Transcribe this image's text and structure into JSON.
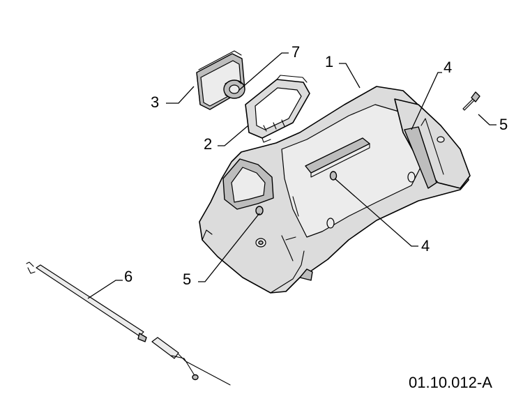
{
  "callouts": {
    "c1": "1",
    "c2": "2",
    "c3": "3",
    "c4a": "4",
    "c4b": "4",
    "c5a": "5",
    "c5b": "5",
    "c6": "6",
    "c7": "7"
  },
  "reference_code": "01.10.012-A"
}
